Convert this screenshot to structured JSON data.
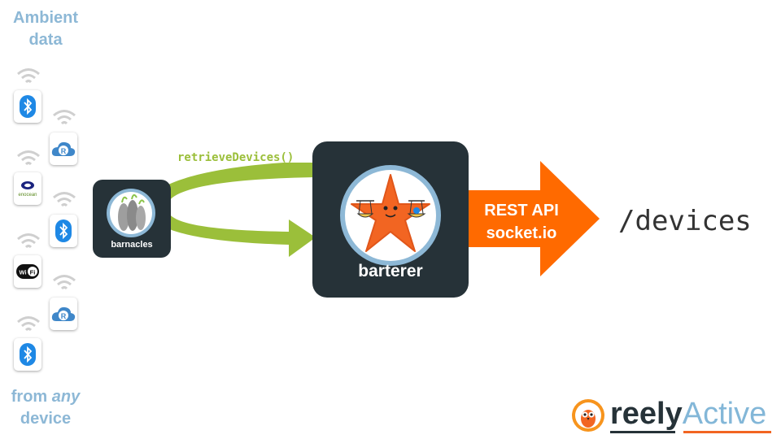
{
  "left": {
    "title_line1": "Ambient",
    "title_line2": "data",
    "bottom_line1_pre": "from ",
    "bottom_line1_em": "any",
    "bottom_line2": "device",
    "devices": [
      {
        "icon": "bluetooth-icon"
      },
      {
        "icon": "reelyactive-cloud-icon"
      },
      {
        "icon": "enocean-icon",
        "text": "enocean"
      },
      {
        "icon": "bluetooth-icon"
      },
      {
        "icon": "wifi-logo-icon",
        "text": "Wi Fi"
      },
      {
        "icon": "reelyactive-cloud-icon"
      },
      {
        "icon": "bluetooth-icon"
      }
    ]
  },
  "barnacles": {
    "label": "barnacles"
  },
  "arrow": {
    "label": "retrieveDevices()",
    "color": "#9bbf3a"
  },
  "barterer": {
    "label": "barterer"
  },
  "api_arrow": {
    "line1": "REST API",
    "line2": "socket.io",
    "color": "#ff6a00"
  },
  "endpoint": {
    "label": "/devices"
  },
  "brand": {
    "name_part1": "reely",
    "name_part2": "Active"
  },
  "colors": {
    "dark": "#263238",
    "accent_blue": "#8db8d6",
    "green": "#9bbf3a",
    "orange": "#ff6a00"
  }
}
